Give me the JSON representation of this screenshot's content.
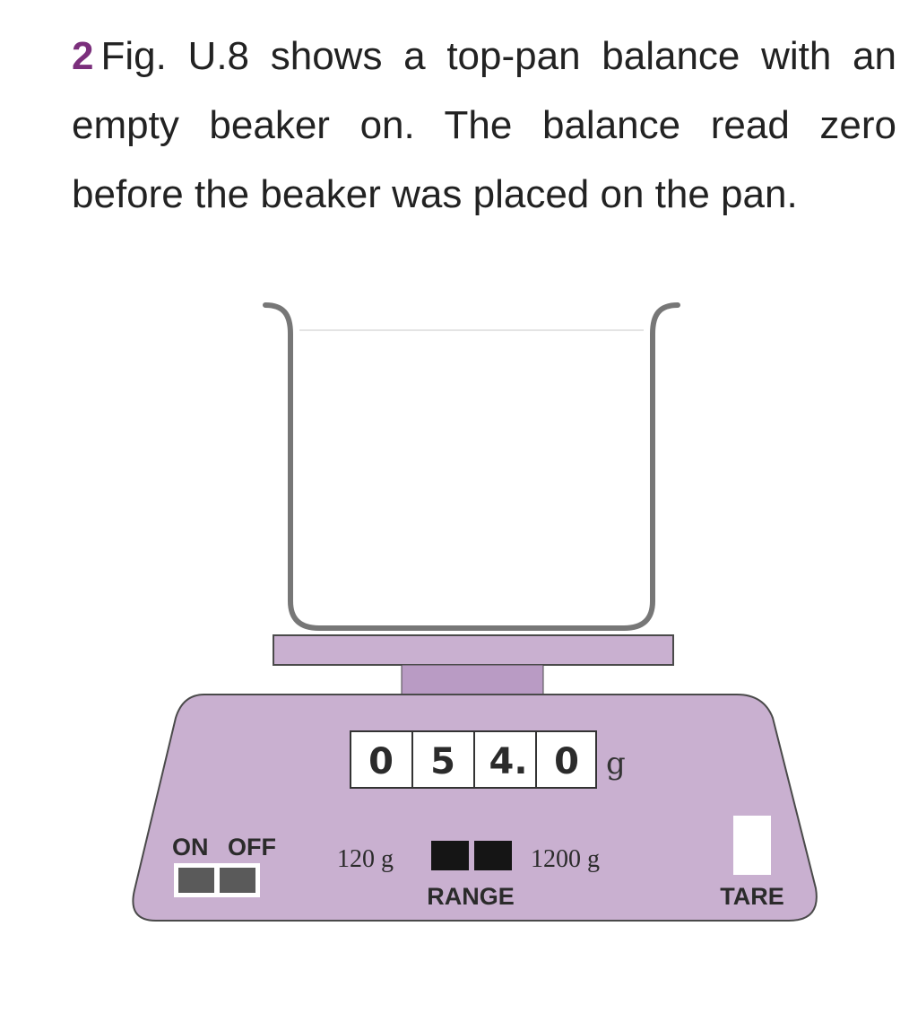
{
  "question": {
    "number": "2",
    "text": "Fig. U.8 shows a top-pan balance with an empty beaker on. The balance read zero before the beaker was placed on the pan."
  },
  "balance": {
    "display_digits": [
      "0",
      "5",
      "4.",
      "0"
    ],
    "display_unit": "g",
    "power_labels": {
      "on": "ON",
      "off": "OFF"
    },
    "range": {
      "low_label": "120 g",
      "high_label": "1200 g",
      "title": "RANGE"
    },
    "tare_label": "TARE"
  },
  "colors": {
    "body_fill": "#c9b0d0",
    "pan_support_fill": "#b99bc4",
    "outline": "#4a4a4a",
    "beaker_stroke": "#777777",
    "question_number": "#7b2f7c",
    "switch_grey": "#5a5a5a",
    "range_block": "#151515"
  }
}
